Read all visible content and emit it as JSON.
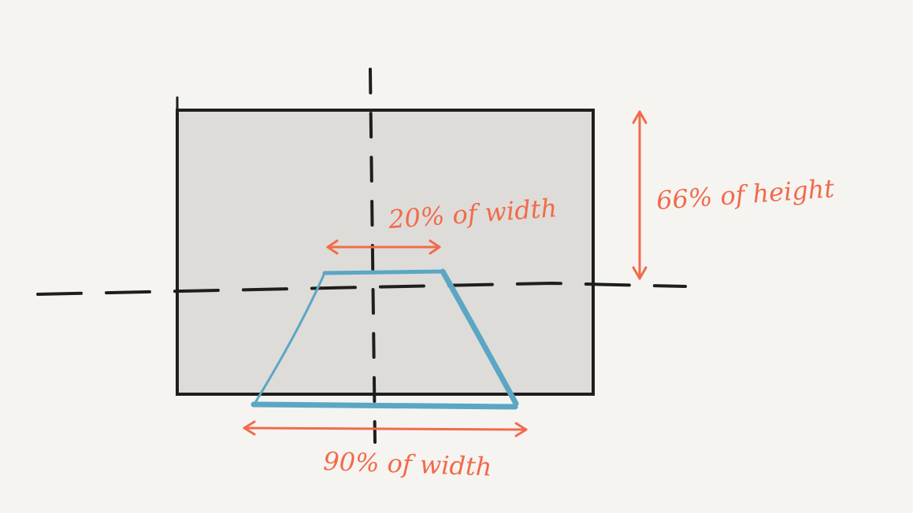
{
  "annotations": {
    "top_width": "20% of width",
    "bottom_width": "90% of width",
    "height": "66% of height"
  },
  "colors": {
    "background": "#f5f4f1",
    "frame_fill": "#dddcd8",
    "frame_stroke": "#1e1e1e",
    "trapezoid": "#5ba6c4",
    "measure": "#f26a4b",
    "axis": "#1e1e1e"
  }
}
